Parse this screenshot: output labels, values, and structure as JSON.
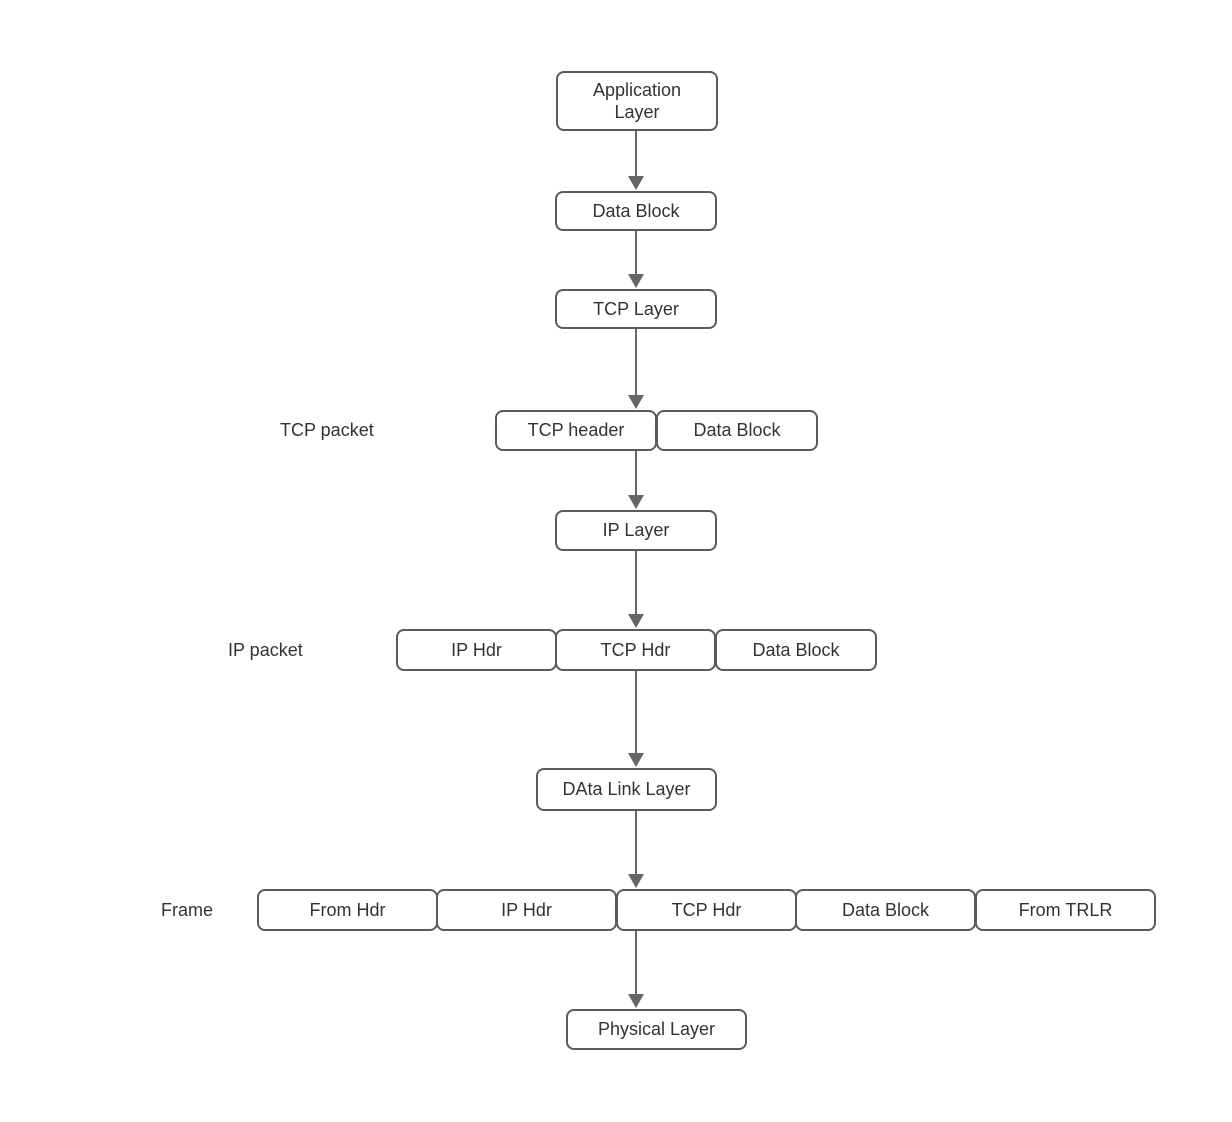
{
  "colors": {
    "border": "#5a5a5a",
    "text": "#333333",
    "arrow": "#666666",
    "bg": "#ffffff"
  },
  "nodes": {
    "application_layer": "Application Layer",
    "data_block_top": "Data Block",
    "tcp_layer": "TCP Layer",
    "tcp_header": "TCP header",
    "tcp_packet_data_block": "Data Block",
    "ip_layer": "IP Layer",
    "ip_hdr": "IP Hdr",
    "tcp_hdr": "TCP Hdr",
    "ip_packet_data_block": "Data Block",
    "data_link_layer": "DAta Link Layer",
    "frame_from_hdr": "From Hdr",
    "frame_ip_hdr": "IP Hdr",
    "frame_tcp_hdr": "TCP Hdr",
    "frame_data_block": "Data Block",
    "frame_from_trlr": "From TRLR",
    "physical_layer": "Physical Layer"
  },
  "row_labels": {
    "tcp_packet": "TCP packet",
    "ip_packet": "IP packet",
    "frame": "Frame"
  }
}
